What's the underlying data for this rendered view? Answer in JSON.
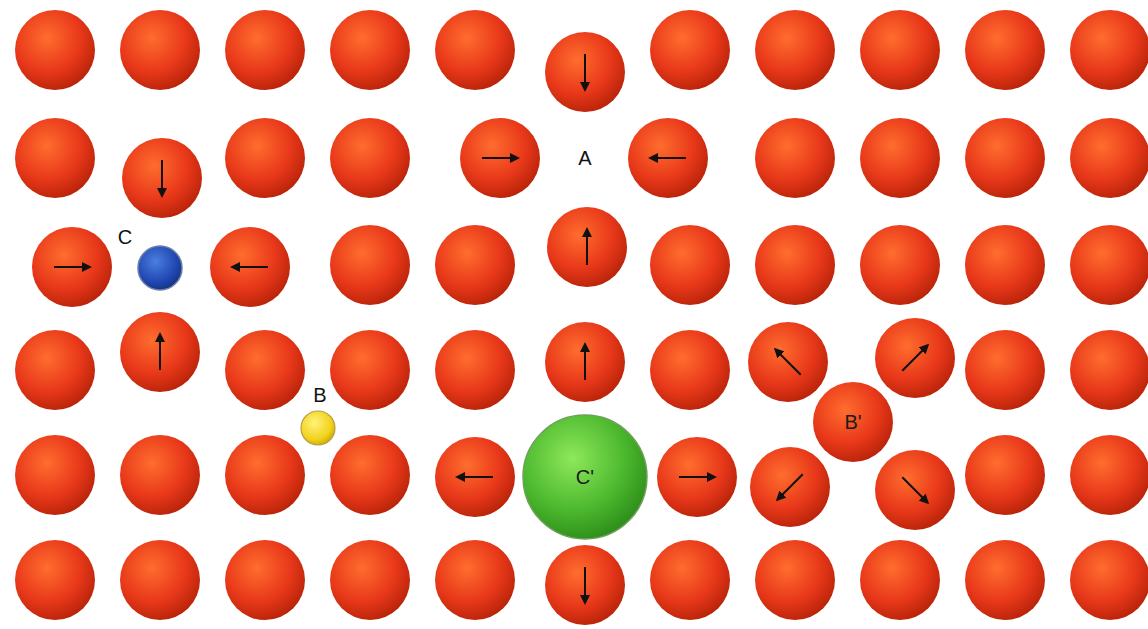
{
  "diagram": {
    "nodes": [
      {
        "text": [
          "B'"
        ]
      },
      {
        "text": [
          "C'"
        ]
      }
    ],
    "labels": [
      "A",
      "C",
      "B"
    ]
  }
}
